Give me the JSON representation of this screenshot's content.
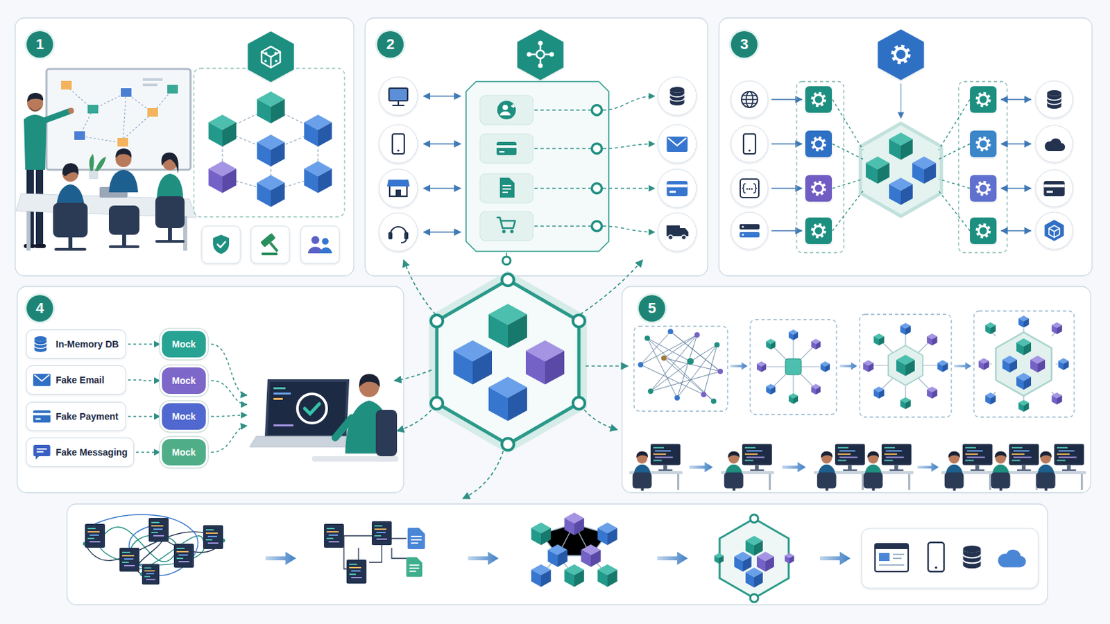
{
  "diagram": {
    "nodes": [
      {
        "text": [
          "In-Memory DB"
        ]
      },
      {
        "text": [
          "Mock"
        ]
      },
      {
        "text": [
          "Fake Email"
        ]
      },
      {
        "text": [
          "Mock"
        ]
      },
      {
        "text": [
          "Fake Payment"
        ]
      },
      {
        "text": [
          "Mock"
        ]
      },
      {
        "text": [
          "Fake Messaging"
        ]
      },
      {
        "text": [
          "Mock"
        ]
      }
    ],
    "edges": [
      {
        "from": 0,
        "to": 1,
        "arrow": "to"
      },
      {
        "from": 2,
        "to": 3,
        "arrow": "to"
      },
      {
        "from": 4,
        "to": 5,
        "arrow": "to"
      },
      {
        "from": 6,
        "to": 7,
        "arrow": "to"
      }
    ],
    "labels": [
      "1",
      "2",
      "3",
      "4",
      "5"
    ]
  }
}
